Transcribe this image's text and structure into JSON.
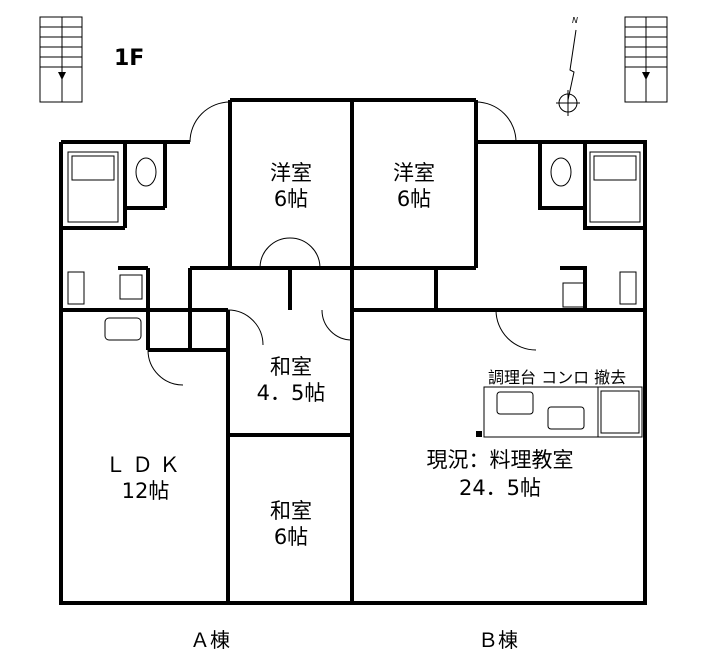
{
  "floor_label": "1F",
  "north_label": "N",
  "rooms": {
    "western1": {
      "name": "洋室",
      "size": "6帖"
    },
    "western2": {
      "name": "洋室",
      "size": "6帖"
    },
    "japanese45": {
      "name": "和室",
      "size": "4．5帖"
    },
    "ldk": {
      "name": "ＬＤＫ",
      "size": "12帖"
    },
    "japanese6": {
      "name": "和室",
      "size": "6帖"
    },
    "classroom": {
      "name": "現況：料理教室",
      "size": "24．5帖"
    }
  },
  "kitchen_note": "調理台 コンロ 撤去",
  "buildings": {
    "a": "Ａ棟",
    "b": "Ｂ棟"
  }
}
